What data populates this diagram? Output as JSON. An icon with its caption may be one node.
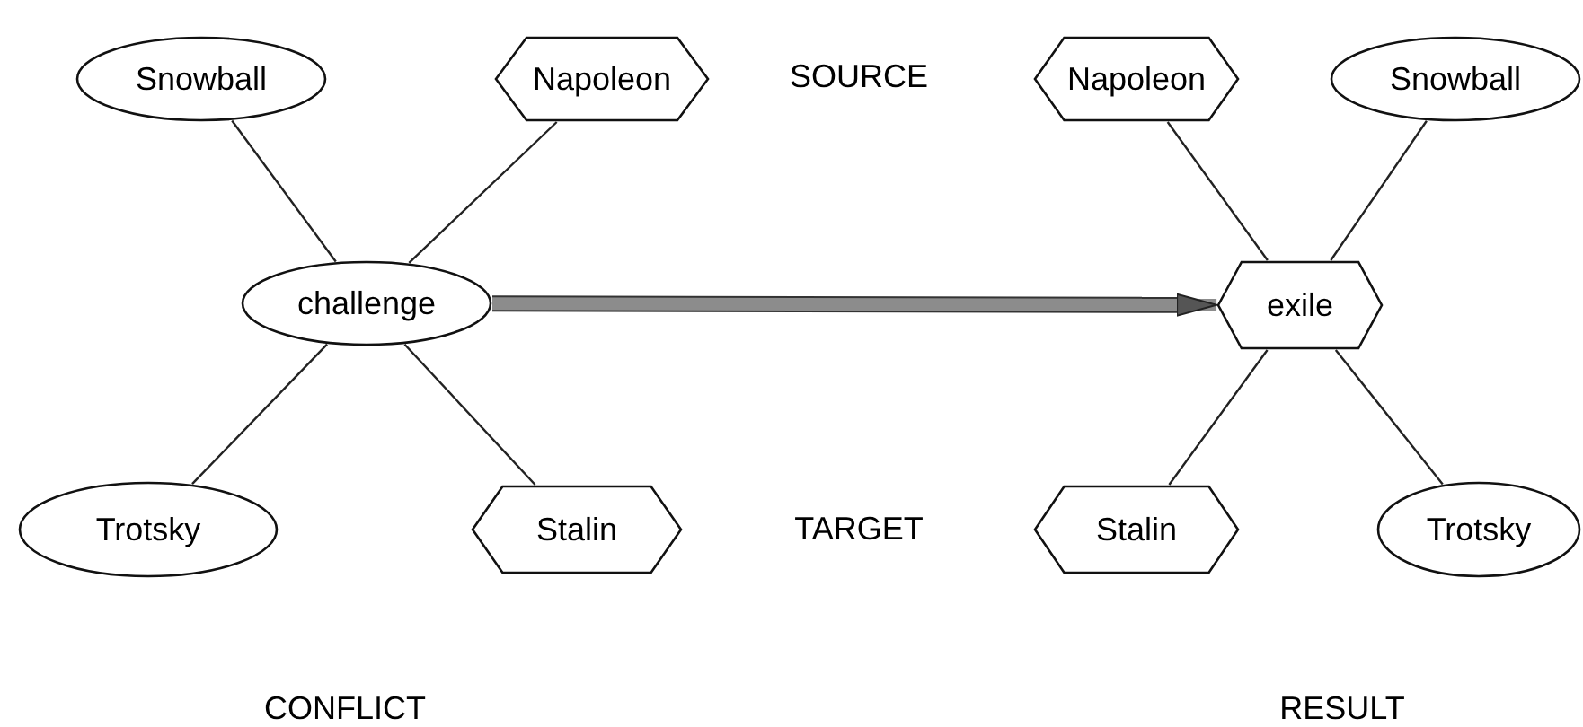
{
  "diagram": {
    "nodes": [
      {
        "text": [
          "Snowball"
        ]
      },
      {
        "text": [
          "Napoleon"
        ]
      },
      {
        "text": [
          "challenge"
        ]
      },
      {
        "text": [
          "Trotsky"
        ]
      },
      {
        "text": [
          "Stalin"
        ]
      },
      {
        "text": [
          "Napoleon"
        ]
      },
      {
        "text": [
          "Snowball"
        ]
      },
      {
        "text": [
          "exile"
        ]
      },
      {
        "text": [
          "Stalin"
        ]
      },
      {
        "text": [
          "Trotsky"
        ]
      }
    ],
    "edges": [
      {
        "from": 0,
        "to": 2,
        "arrow": "none"
      },
      {
        "from": 1,
        "to": 2,
        "arrow": "none"
      },
      {
        "from": 3,
        "to": 2,
        "arrow": "none"
      },
      {
        "from": 4,
        "to": 2,
        "arrow": "none"
      },
      {
        "from": 2,
        "to": 7,
        "arrow": "to",
        "style": "thick",
        "color": "#8c8c8c"
      },
      {
        "from": 5,
        "to": 7,
        "arrow": "none"
      },
      {
        "from": 6,
        "to": 7,
        "arrow": "none"
      },
      {
        "from": 8,
        "to": 7,
        "arrow": "none"
      },
      {
        "from": 9,
        "to": 7,
        "arrow": "none"
      }
    ],
    "labels": [
      "SOURCE",
      "TARGET",
      "CONFLICT",
      "RESULT"
    ]
  }
}
